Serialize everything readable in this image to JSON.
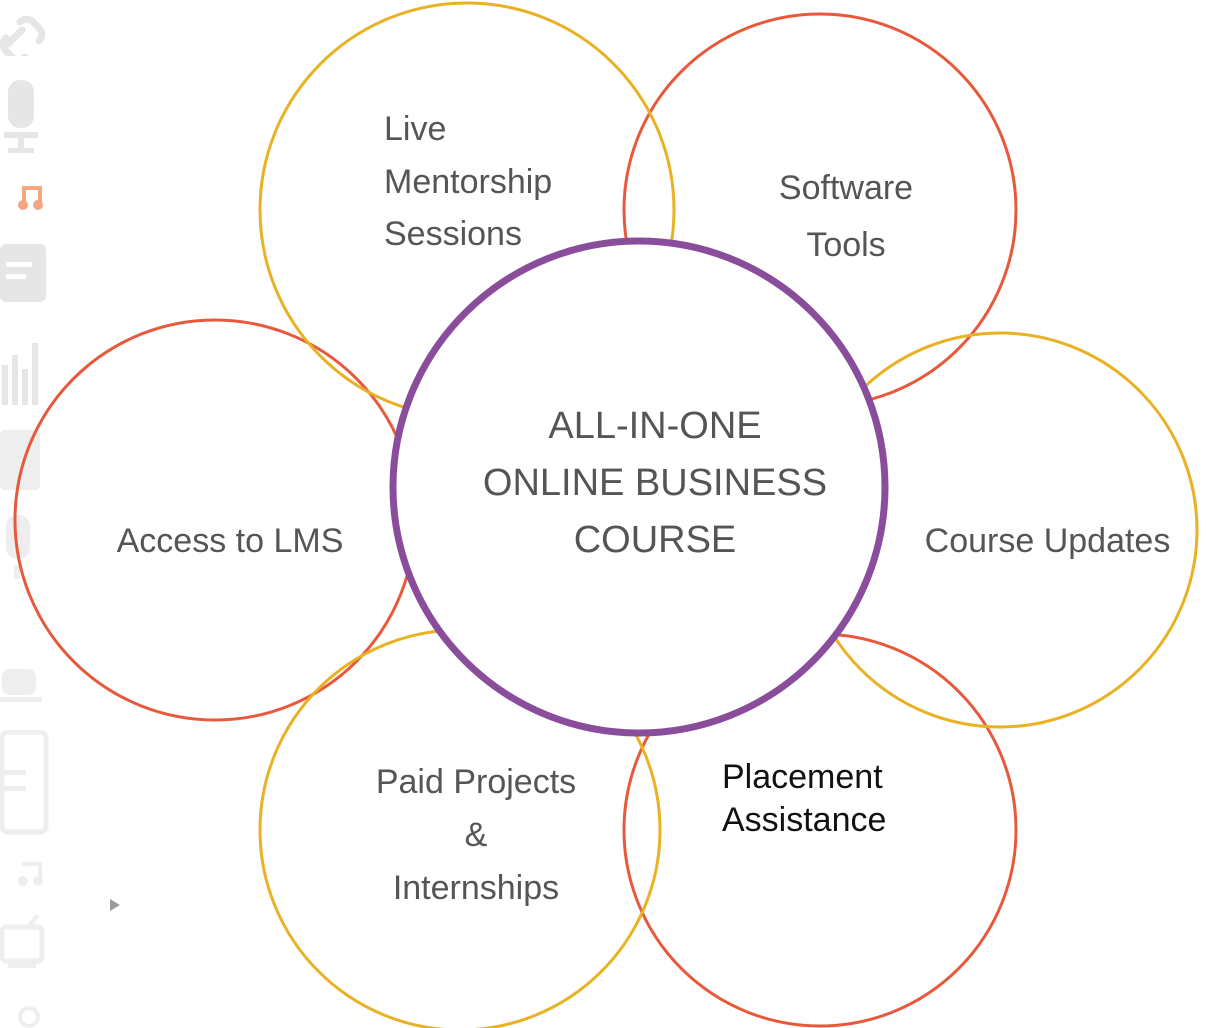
{
  "colors": {
    "orange": "#E8593C",
    "gold": "#E9B124",
    "purple": "#8A4D9C",
    "text": "#555555",
    "text_dark": "#111111",
    "rail_icon": "#e6e6e6",
    "rail_accent": "#F4A582"
  },
  "center": {
    "label": "ALL-IN-ONE\nONLINE BUSINESS\nCOURSE"
  },
  "petals": [
    {
      "id": "live",
      "label": "Live\nMentorship\nSessions",
      "ring": "gold"
    },
    {
      "id": "software",
      "label": "Software\nTools",
      "ring": "orange"
    },
    {
      "id": "lms",
      "label": "Access to LMS",
      "ring": "orange"
    },
    {
      "id": "updates",
      "label": "Course Updates",
      "ring": "gold"
    },
    {
      "id": "projects",
      "label": "Paid Projects\n&\nInternships",
      "ring": "gold"
    },
    {
      "id": "placement",
      "label": "Placement\nAssistance",
      "ring": "orange"
    }
  ],
  "rail_icons": [
    "link-icon",
    "microphone-icon",
    "music-note-icon",
    "document-icon",
    "bar-chart-icon",
    "newspaper-icon",
    "microphone-icon",
    "coffee-cup-icon",
    "tablet-icon",
    "music-note-icon",
    "tv-icon",
    "settings-icon"
  ],
  "media": {
    "play_icon": "play-arrow-icon"
  }
}
